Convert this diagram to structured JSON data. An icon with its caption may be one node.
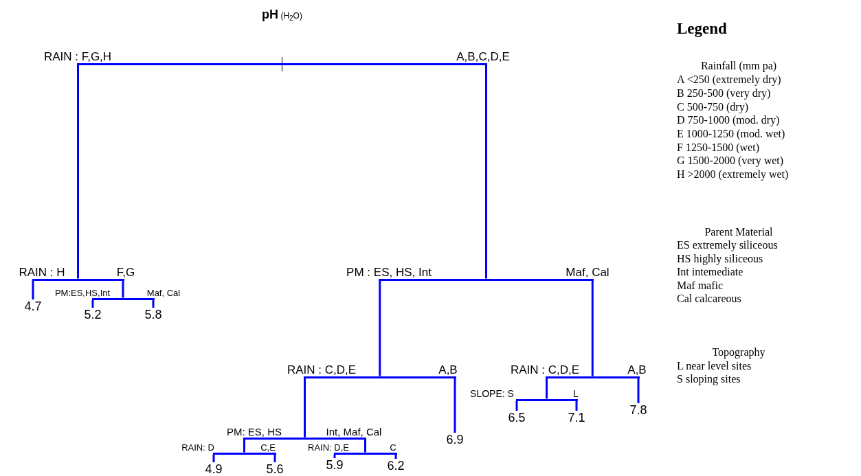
{
  "diagram": {
    "title": "**pH** (H$_{2}$O)",
    "nodes": [
      {
        "text": [],
        "shape": "bar"
      },
      {
        "text": [],
        "shape": "bar"
      },
      {
        "text": [
          "4.7"
        ]
      },
      {
        "text": [],
        "shape": "bar"
      },
      {
        "text": [
          "5.2"
        ]
      },
      {
        "text": [
          "5.8"
        ]
      },
      {
        "text": [],
        "shape": "bar"
      },
      {
        "text": [],
        "shape": "bar"
      },
      {
        "text": [],
        "shape": "bar"
      },
      {
        "text": [],
        "shape": "bar"
      },
      {
        "text": [
          "4.9"
        ]
      },
      {
        "text": [
          "5.6"
        ]
      },
      {
        "text": [],
        "shape": "bar"
      },
      {
        "text": [
          "5.9"
        ]
      },
      {
        "text": [
          "6.2"
        ]
      },
      {
        "text": [
          "6.9"
        ]
      },
      {
        "text": [],
        "shape": "bar"
      },
      {
        "text": [],
        "shape": "bar"
      },
      {
        "text": [
          "6.5"
        ]
      },
      {
        "text": [
          "7.1"
        ]
      },
      {
        "text": [
          "7.8"
        ]
      }
    ],
    "edges": [
      {
        "from": 0,
        "to": 1,
        "arrow": "none",
        "label": "RAIN : F,G,H"
      },
      {
        "from": 1,
        "to": 2,
        "arrow": "none",
        "label": "RAIN : H"
      },
      {
        "from": 1,
        "to": 3,
        "arrow": "none",
        "label": "F,G"
      },
      {
        "from": 3,
        "to": 4,
        "arrow": "none",
        "label": "PM:ES,HS,Int"
      },
      {
        "from": 3,
        "to": 5,
        "arrow": "none",
        "label": "Maf, Cal"
      },
      {
        "from": 0,
        "to": 6,
        "arrow": "none",
        "label": "A,B,C,D,E"
      },
      {
        "from": 6,
        "to": 7,
        "arrow": "none",
        "label": "PM : ES, HS, Int"
      },
      {
        "from": 7,
        "to": 8,
        "arrow": "none",
        "label": "RAIN : C,D,E"
      },
      {
        "from": 8,
        "to": 9,
        "arrow": "none",
        "label": "PM: ES, HS"
      },
      {
        "from": 9,
        "to": 10,
        "arrow": "none",
        "label": "RAIN: D"
      },
      {
        "from": 9,
        "to": 11,
        "arrow": "none",
        "label": "C,E"
      },
      {
        "from": 8,
        "to": 12,
        "arrow": "none",
        "label": "Int, Maf, Cal"
      },
      {
        "from": 12,
        "to": 13,
        "arrow": "none",
        "label": "RAIN: D,E"
      },
      {
        "from": 12,
        "to": 14,
        "arrow": "none",
        "label": "C"
      },
      {
        "from": 7,
        "to": 15,
        "arrow": "none",
        "label": "A,B"
      },
      {
        "from": 6,
        "to": 16,
        "arrow": "none",
        "label": "Maf, Cal"
      },
      {
        "from": 16,
        "to": 17,
        "arrow": "none",
        "label": "RAIN : C,D,E"
      },
      {
        "from": 17,
        "to": 18,
        "arrow": "none",
        "label": "SLOPE: S"
      },
      {
        "from": 17,
        "to": 19,
        "arrow": "none",
        "label": "L"
      },
      {
        "from": 16,
        "to": 20,
        "arrow": "none",
        "label": "A,B"
      }
    ],
    "labels": [
      "Legend",
      "Rainfall (mm pa)",
      "A <250 (extremely dry)",
      "B 250-500 (very dry)",
      "C 500-750 (dry)",
      "D 750-1000 (mod. dry)",
      "E 1000-1250 (mod. wet)",
      "F 1250-1500 (wet)",
      "G 1500-2000 (very wet)",
      "H >2000 (extremely wet)",
      "Parent Material",
      "ES extremely siliceous",
      "HS highly siliceous",
      "Int intemediate",
      "Maf mafic",
      "Cal calcareous",
      "Topography",
      "L near level sites",
      "S sloping sites"
    ]
  }
}
